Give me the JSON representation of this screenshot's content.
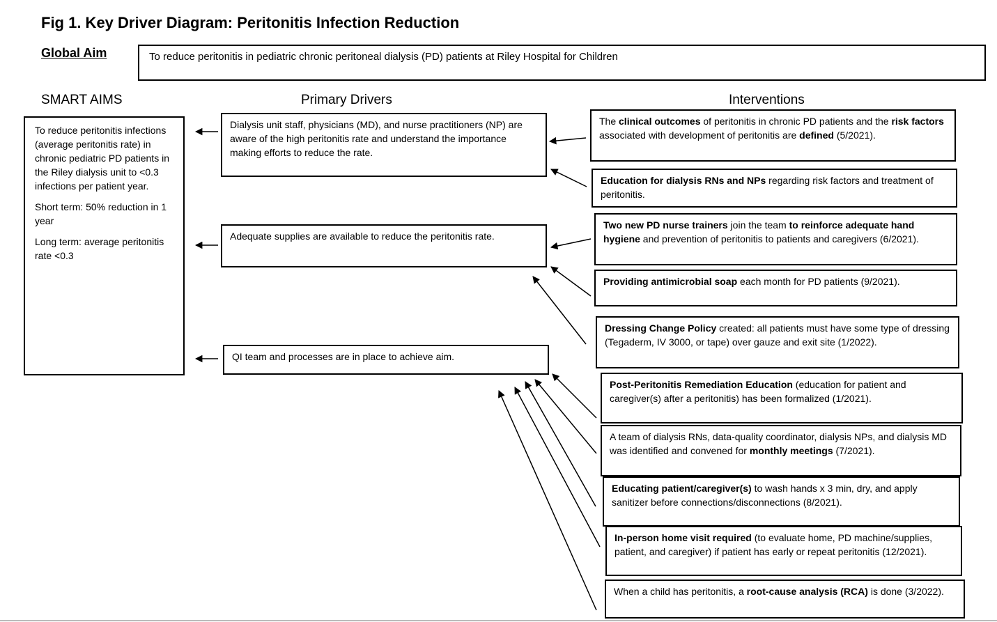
{
  "title": "Fig 1. Key Driver Diagram: Peritonitis Infection Reduction",
  "global_aim": {
    "label": "Global Aim",
    "text": "To reduce peritonitis in pediatric chronic peritoneal dialysis (PD) patients at Riley Hospital for Children"
  },
  "headers": {
    "smart_aims": "SMART AIMS",
    "primary_drivers": "Primary Drivers",
    "interventions": "Interventions"
  },
  "smart_aims": [
    "To reduce peritonitis infections (average peritonitis rate) in chronic pediatric PD patients in the Riley dialysis unit to <0.3 infections per patient year.",
    "Short term: 50% reduction in 1 year",
    "Long term: average peritonitis rate <0.3"
  ],
  "primary_drivers": [
    "Dialysis unit staff, physicians (MD), and nurse practitioners (NP) are aware of the high peritonitis rate and understand the importance making efforts to reduce the rate.",
    "Adequate supplies are available to reduce the peritonitis rate.",
    "QI team and processes are in place to achieve aim."
  ],
  "interventions": [
    {
      "parts": [
        {
          "t": "The "
        },
        {
          "t": "clinical outcomes",
          "b": true
        },
        {
          "t": " of peritonitis in chronic PD patients and the "
        },
        {
          "t": "risk factors",
          "b": true
        },
        {
          "t": " associated with development of peritonitis are "
        },
        {
          "t": "defined",
          "b": true
        },
        {
          "t": " (5/2021)."
        }
      ]
    },
    {
      "parts": [
        {
          "t": "Education for dialysis RNs and NPs",
          "b": true
        },
        {
          "t": " regarding risk factors and treatment of peritonitis."
        }
      ]
    },
    {
      "parts": [
        {
          "t": "Two new PD nurse trainers",
          "b": true
        },
        {
          "t": " join the team "
        },
        {
          "t": "to reinforce adequate hand hygiene",
          "b": true
        },
        {
          "t": " and prevention of peritonitis to patients and caregivers (6/2021)."
        }
      ]
    },
    {
      "parts": [
        {
          "t": "Providing antimicrobial soap",
          "b": true
        },
        {
          "t": " each month for PD patients (9/2021)."
        }
      ]
    },
    {
      "parts": [
        {
          "t": "Dressing Change Policy",
          "b": true
        },
        {
          "t": " created: all patients must have some type of dressing (Tegaderm, IV 3000, or tape) over gauze and exit site (1/2022)."
        }
      ]
    },
    {
      "parts": [
        {
          "t": "Post-Peritonitis Remediation Education",
          "b": true
        },
        {
          "t": " (education for patient and caregiver(s) after a peritonitis) has been formalized (1/2021)."
        }
      ]
    },
    {
      "parts": [
        {
          "t": "A team of dialysis RNs, data-quality coordinator, dialysis NPs, and dialysis MD was identified and convened for "
        },
        {
          "t": "monthly meetings",
          "b": true
        },
        {
          "t": " (7/2021)."
        }
      ]
    },
    {
      "parts": [
        {
          "t": "Educating patient/caregiver(s)",
          "b": true
        },
        {
          "t": " to wash hands x 3 min, dry, and apply sanitizer before connections/disconnections (8/2021)."
        }
      ]
    },
    {
      "parts": [
        {
          "t": "In-person home visit required",
          "b": true
        },
        {
          "t": " (to evaluate home, PD machine/supplies, patient, and caregiver) if patient has early or repeat peritonitis (12/2021)."
        }
      ]
    },
    {
      "parts": [
        {
          "t": "When a child has peritonitis, a "
        },
        {
          "t": "root-cause analysis (RCA)",
          "b": true
        },
        {
          "t": " is done (3/2022)."
        }
      ]
    }
  ]
}
